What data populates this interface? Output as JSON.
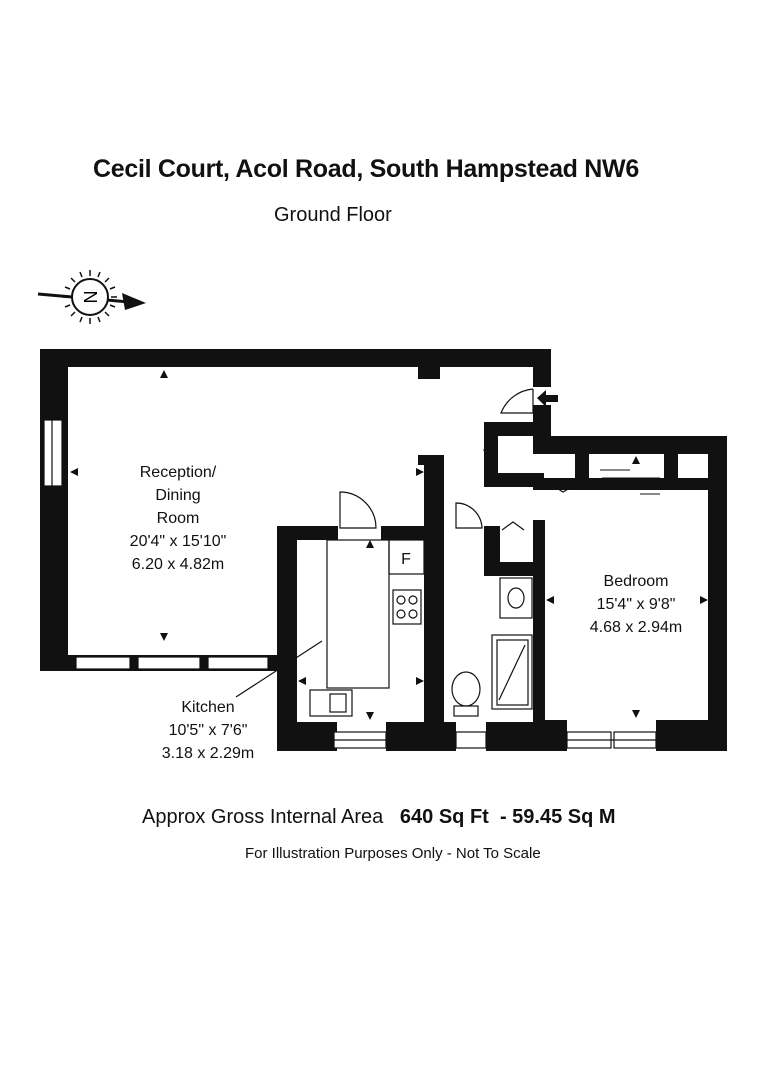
{
  "header": {
    "title": "Cecil Court, Acol Road, South Hampstead NW6",
    "floor": "Ground Floor"
  },
  "compass": {
    "label": "N",
    "icon": "north-compass-icon"
  },
  "rooms": {
    "reception": {
      "name_line1": "Reception/",
      "name_line2": "Dining",
      "name_line3": "Room",
      "imperial": "20'4\" x 15'10\"",
      "metric": "6.20 x 4.82m"
    },
    "kitchen": {
      "name": "Kitchen",
      "imperial": "10'5\" x 7'6\"",
      "metric": "3.18 x 2.29m",
      "fridge_label": "F"
    },
    "bedroom": {
      "name": "Bedroom",
      "imperial": "15'4\" x 9'8\"",
      "metric": "4.68 x 2.94m"
    }
  },
  "footer": {
    "area_label": "Approx Gross Internal Area",
    "area_sqft": "640 Sq Ft",
    "area_sqm": "- 59.45 Sq M",
    "disclaimer": "For Illustration Purposes Only - Not To Scale"
  }
}
